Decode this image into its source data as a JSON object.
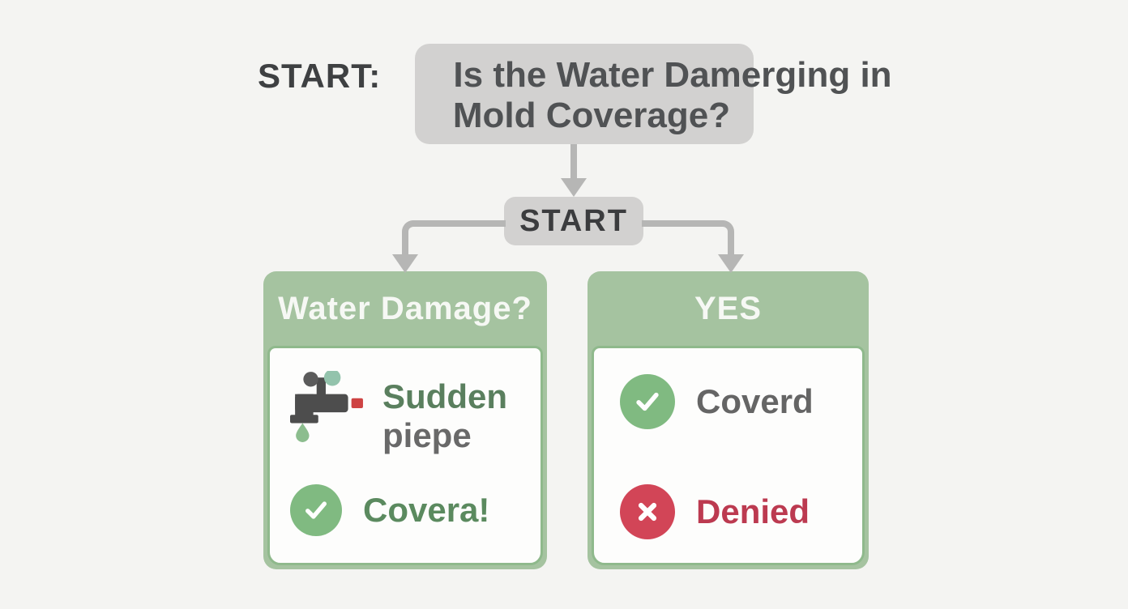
{
  "colors": {
    "background": "#f4f4f2",
    "node_gray": "#d2d1d0",
    "connector_gray": "#b6b6b5",
    "header_green": "#a5c3a0",
    "card_border_green": "#8fb98c",
    "check_green": "#80ba81",
    "deny_red": "#d24557",
    "denied_text_red": "#bc3a50",
    "sudden_text_green": "#5a7f5e",
    "body_text_gray": "#696969",
    "dark_text": "#3e4042"
  },
  "flowchart": {
    "start_label": "START:",
    "question_box": {
      "line1": "Is the Water Damerging in",
      "line2": "Mold Coverage?"
    },
    "start_node_label": "START",
    "left_card": {
      "header": "Water Damage?",
      "item1": {
        "icon": "faucet-icon",
        "line1": "Sudden",
        "line2": "piepe"
      },
      "item2": {
        "icon": "check-icon",
        "label": "Covera!"
      }
    },
    "right_card": {
      "header": "YES",
      "item1": {
        "icon": "check-icon",
        "label": "Coverd"
      },
      "item2": {
        "icon": "x-icon",
        "label": "Denied"
      }
    }
  }
}
